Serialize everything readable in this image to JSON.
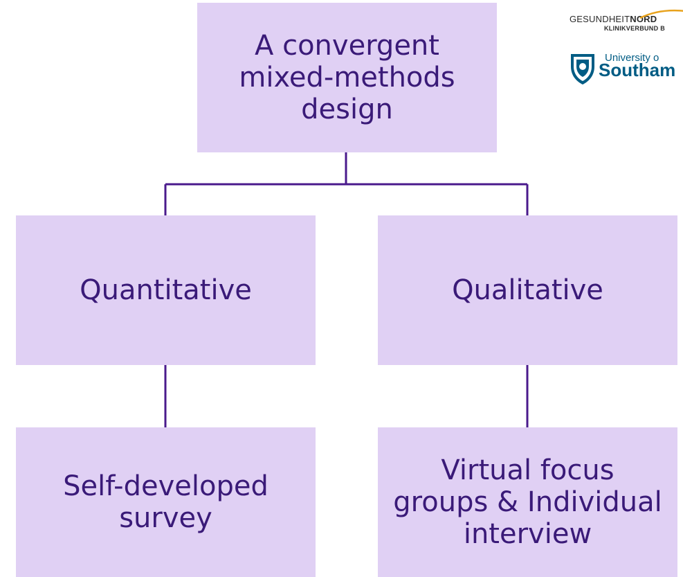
{
  "diagram": {
    "root": {
      "lines": [
        "A convergent",
        "mixed-methods",
        "design"
      ]
    },
    "left": {
      "label": "Quantitative"
    },
    "right": {
      "label": "Qualitative"
    },
    "left_child": {
      "lines": [
        "Self-developed",
        "survey"
      ]
    },
    "right_child": {
      "lines": [
        "Virtual focus",
        "groups & Individual",
        "interview"
      ]
    }
  },
  "logos": {
    "gesundheit_nord": {
      "text_regular": "GESUNDHEIT",
      "text_bold": "NORD",
      "line2": "KLINIKVERBUND B"
    },
    "university": {
      "line1": "University o",
      "line2": "Southam"
    }
  },
  "colors": {
    "box_fill": "#e0d0f4",
    "text": "#3a1a78",
    "connector": "#4a1a8c"
  }
}
